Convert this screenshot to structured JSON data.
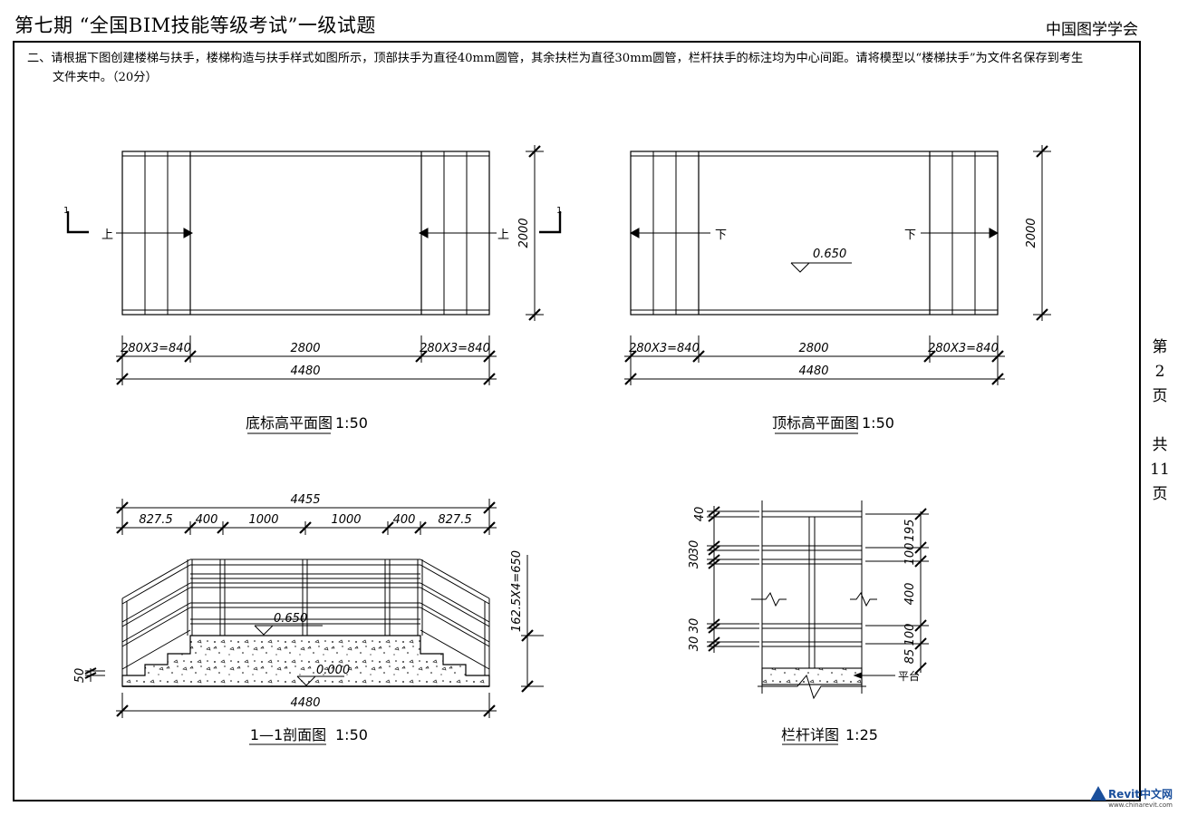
{
  "header": {
    "left": "第七期 “全国BIM技能等级考试”一级试题",
    "right": "中国图学学会"
  },
  "question": {
    "line1": "二、请根据下图创建楼梯与扶手，楼梯构造与扶手样式如图所示，顶部扶手为直径40mm圆管，其余扶栏为直径30mm圆管，栏杆扶手的标注均为中心间距。请将模型以“楼梯扶手”为文件名保存到考生",
    "line2": "文件夹中。（20分）"
  },
  "side_page": [
    "第",
    "2",
    "页",
    "共",
    "11",
    "页"
  ],
  "plan_bottom": {
    "title": "底标高平面图",
    "scale": "1:50",
    "up_label": "上",
    "section_mark": "1",
    "dim_height": "2000",
    "dim_flight": "280X3=840",
    "dim_middle": "2800",
    "dim_total": "4480"
  },
  "plan_top": {
    "title": "顶标高平面图",
    "scale": "1:50",
    "down_label": "下",
    "elevation": "0.650",
    "dim_height": "2000",
    "dim_flight": "280X3=840",
    "dim_middle": "2800",
    "dim_total": "4480"
  },
  "section": {
    "title": "1—1剖面图",
    "scale": "1:50",
    "dim_top_total": "4455",
    "dims_top": [
      "827.5",
      "400",
      "1000",
      "1000",
      "400",
      "827.5"
    ],
    "dim_height": "162.5X4=650",
    "dim_left": "50",
    "elev_top": "0.650",
    "elev_bottom": "0.000",
    "dim_bottom": "4480"
  },
  "railing_detail": {
    "title": "栏杆详图",
    "scale": "1:25",
    "dims_left": [
      "40",
      "30",
      "30",
      "30",
      "30"
    ],
    "dims_right": [
      "195",
      "100",
      "400",
      "100",
      "85"
    ],
    "platform_label": "平台"
  },
  "watermark": {
    "brand": "Revit中文网",
    "url": "www.chinarevit.com"
  }
}
